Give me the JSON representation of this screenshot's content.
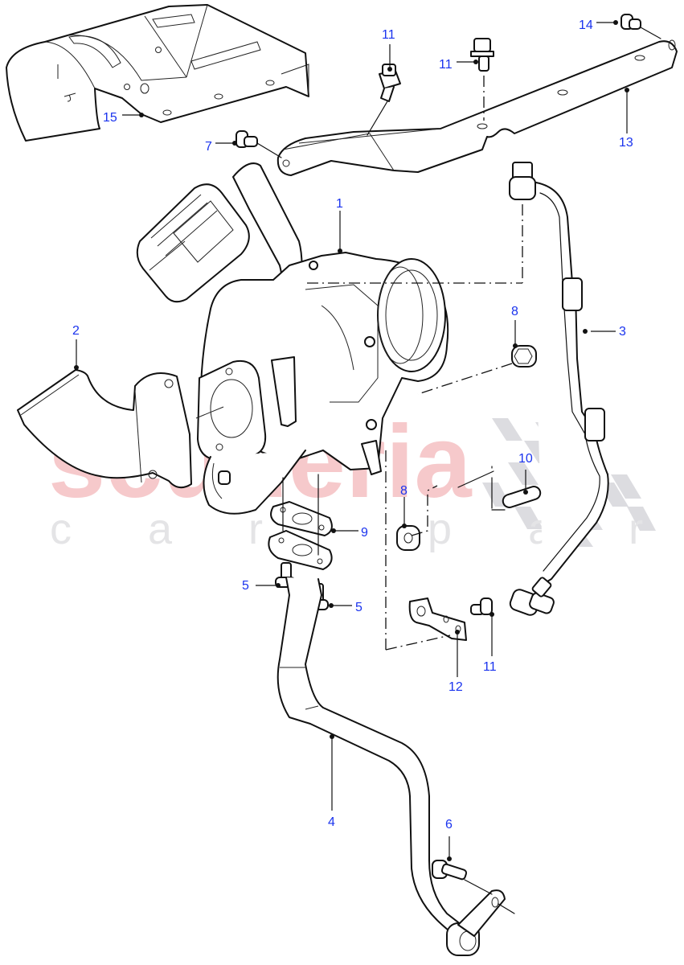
{
  "diagram": {
    "type": "exploded-parts-diagram",
    "subject": "Turbocharger assembly with oil feed/return pipes and heat shield",
    "label_color": "#1a33ee",
    "line_color": "#111111"
  },
  "watermark": {
    "brand": "scuderia",
    "tagline": "c a r   p a r t s",
    "brand_color": "#f6c9cb",
    "tagline_color": "#e4e4e6",
    "checker_color": "#dcdce0"
  },
  "callouts": [
    {
      "id": "c1",
      "label": "1",
      "part": "turbocharger"
    },
    {
      "id": "c2",
      "label": "2",
      "part": "outlet-elbow"
    },
    {
      "id": "c3",
      "label": "3",
      "part": "oil-feed-pipe"
    },
    {
      "id": "c4",
      "label": "4",
      "part": "oil-return-pipe"
    },
    {
      "id": "c5a",
      "label": "5",
      "part": "bolt"
    },
    {
      "id": "c5b",
      "label": "5",
      "part": "bolt"
    },
    {
      "id": "c6",
      "label": "6",
      "part": "bolt"
    },
    {
      "id": "c7",
      "label": "7",
      "part": "bolt"
    },
    {
      "id": "c8a",
      "label": "8",
      "part": "nut"
    },
    {
      "id": "c8b",
      "label": "8",
      "part": "nut"
    },
    {
      "id": "c9",
      "label": "9",
      "part": "gasket"
    },
    {
      "id": "c10",
      "label": "10",
      "part": "stud"
    },
    {
      "id": "c11a",
      "label": "11",
      "part": "bolt"
    },
    {
      "id": "c11b",
      "label": "11",
      "part": "bolt"
    },
    {
      "id": "c11c",
      "label": "11",
      "part": "bolt"
    },
    {
      "id": "c12",
      "label": "12",
      "part": "bracket"
    },
    {
      "id": "c13",
      "label": "13",
      "part": "support-bracket"
    },
    {
      "id": "c14",
      "label": "14",
      "part": "bolt"
    },
    {
      "id": "c15",
      "label": "15",
      "part": "heat-shield"
    }
  ]
}
